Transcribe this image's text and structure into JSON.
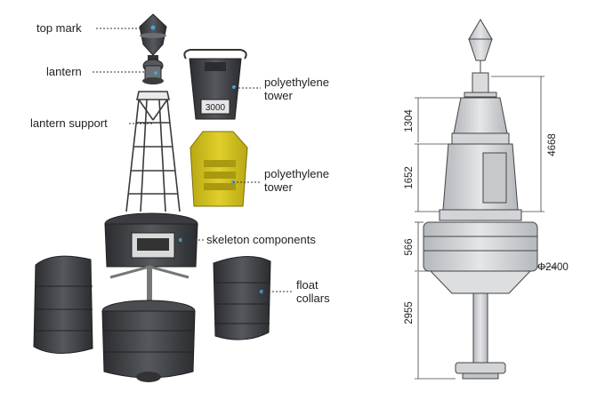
{
  "exploded_view": {
    "labels": {
      "top_mark": "top mark",
      "lantern": "lantern",
      "lantern_support": "lantern support",
      "poly_tower_1_line1": "polyethylene",
      "poly_tower_1_line2": "tower",
      "poly_tower_2_line1": "polyethylene",
      "poly_tower_2_line2": "tower",
      "skeleton": "skeleton components",
      "float_line1": "float",
      "float_line2": "collars"
    },
    "tower_marking": "3000",
    "colors": {
      "body": "#3b3d40",
      "body_light": "#8a8d92",
      "tower_yellow": "#d4c21f",
      "steel": "#bfc2c6"
    }
  },
  "drawing": {
    "dimensions": {
      "upper_tower": "1304",
      "lower_tower": "1652",
      "total_height": "4668",
      "float_height": "566",
      "diameter": "Φ2400",
      "tail_length": "2955"
    }
  }
}
